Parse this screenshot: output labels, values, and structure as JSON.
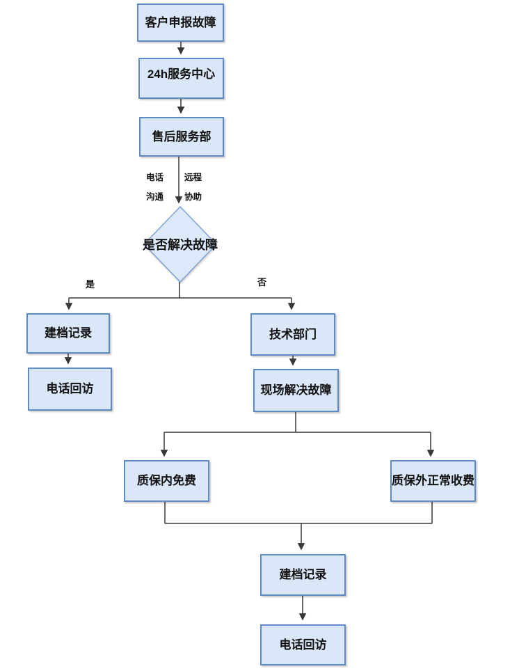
{
  "flowchart": {
    "type": "flowchart",
    "nodes": [
      {
        "id": "customer-report",
        "label": "客户申报故障",
        "shape": "rect"
      },
      {
        "id": "service-center",
        "label": "24h服务中心",
        "shape": "rect"
      },
      {
        "id": "after-sales-dept",
        "label": "售后服务部",
        "shape": "rect"
      },
      {
        "id": "resolve-decision",
        "label": "是否解决故障",
        "shape": "diamond"
      },
      {
        "id": "record-left",
        "label": "建档记录",
        "shape": "rect"
      },
      {
        "id": "callback-left",
        "label": "电话回访",
        "shape": "rect"
      },
      {
        "id": "tech-dept",
        "label": "技术部门",
        "shape": "rect"
      },
      {
        "id": "onsite-fix",
        "label": "现场解决故障",
        "shape": "rect"
      },
      {
        "id": "in-warranty",
        "label": "质保内免费",
        "shape": "rect"
      },
      {
        "id": "out-warranty",
        "label": "质保外正常收费",
        "shape": "rect"
      },
      {
        "id": "record-bottom",
        "label": "建档记录",
        "shape": "rect"
      },
      {
        "id": "callback-bottom",
        "label": "电话回访",
        "shape": "rect"
      }
    ],
    "edges": [
      {
        "from": "customer-report",
        "to": "service-center"
      },
      {
        "from": "service-center",
        "to": "after-sales-dept"
      },
      {
        "from": "after-sales-dept",
        "to": "resolve-decision",
        "labels": [
          "电话沟通",
          "远程协助"
        ]
      },
      {
        "from": "resolve-decision",
        "to": "record-left",
        "label": "是"
      },
      {
        "from": "resolve-decision",
        "to": "tech-dept",
        "label": "否"
      },
      {
        "from": "record-left",
        "to": "callback-left"
      },
      {
        "from": "tech-dept",
        "to": "onsite-fix"
      },
      {
        "from": "onsite-fix",
        "to": "in-warranty"
      },
      {
        "from": "onsite-fix",
        "to": "out-warranty"
      },
      {
        "from": "in-warranty",
        "to": "record-bottom"
      },
      {
        "from": "out-warranty",
        "to": "record-bottom"
      },
      {
        "from": "record-bottom",
        "to": "callback-bottom"
      }
    ],
    "edge_labels": {
      "phone_line1": "电话",
      "phone_line2": "沟通",
      "remote_line1": "远程",
      "remote_line2": "协助",
      "yes": "是",
      "no": "否"
    },
    "colors": {
      "node_fill": "#d9e7f8",
      "node_border": "#5b8ac5",
      "diamond_fill": "#dde9fa",
      "diamond_border": "#7ea1d4",
      "line": "#383838",
      "text": "#111111",
      "background": "#ffffff"
    }
  }
}
